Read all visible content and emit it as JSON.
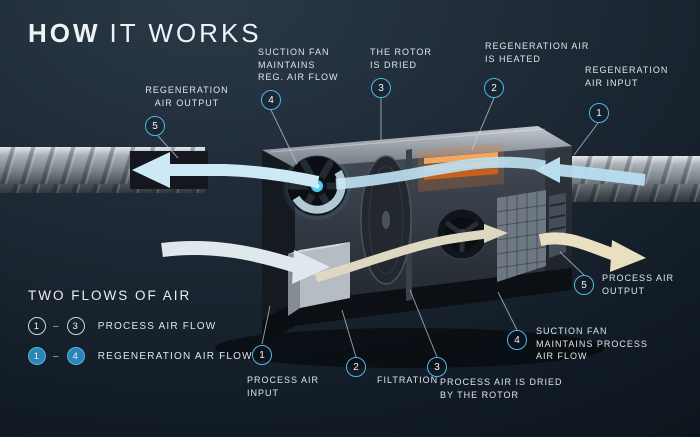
{
  "title": {
    "bold": "HOW",
    "rest": "IT WORKS"
  },
  "callouts": [
    {
      "id": "regeneration-air-output",
      "num": "5",
      "label": "REGENERATION\nAIR OUTPUT"
    },
    {
      "id": "suction-fan-reg",
      "num": "4",
      "label": "SUCTION FAN\nMAINTAINS\nREG. AIR FLOW"
    },
    {
      "id": "rotor-is-dried",
      "num": "3",
      "label": "THE ROTOR\nIS DRIED"
    },
    {
      "id": "regeneration-air-heated",
      "num": "2",
      "label": "REGENERATION AIR\nIS HEATED"
    },
    {
      "id": "regeneration-air-input",
      "num": "1",
      "label": "REGENERATION\nAIR INPUT"
    },
    {
      "id": "process-air-input",
      "num": "1",
      "label": "PROCESS AIR\nINPUT"
    },
    {
      "id": "filtration",
      "num": "2",
      "label": "FILTRATION"
    },
    {
      "id": "process-air-dried",
      "num": "3",
      "label": "PROCESS AIR IS DRIED\nBY THE ROTOR"
    },
    {
      "id": "suction-fan-process",
      "num": "4",
      "label": "SUCTION FAN\nMAINTAINS PROCESS\nAIR FLOW"
    },
    {
      "id": "process-air-output",
      "num": "5",
      "label": "PROCESS AIR\nOUTPUT"
    }
  ],
  "legend": {
    "heading": "TWO FLOWS OF AIR",
    "rows": [
      {
        "from": "1",
        "dash": "–",
        "to": "3",
        "label": "PROCESS AIR FLOW"
      },
      {
        "from": "1",
        "dash": "–",
        "to": "4",
        "label": "REGENERATION AIR FLOW"
      }
    ]
  },
  "colors": {
    "background": "#1c2834",
    "accent_cyan": "#52b6e6",
    "regeneration_flow": "#bfe2f2",
    "process_flow": "#e9e0c2",
    "heater_orange": "#e87c2e",
    "text": "#dde6ec"
  }
}
